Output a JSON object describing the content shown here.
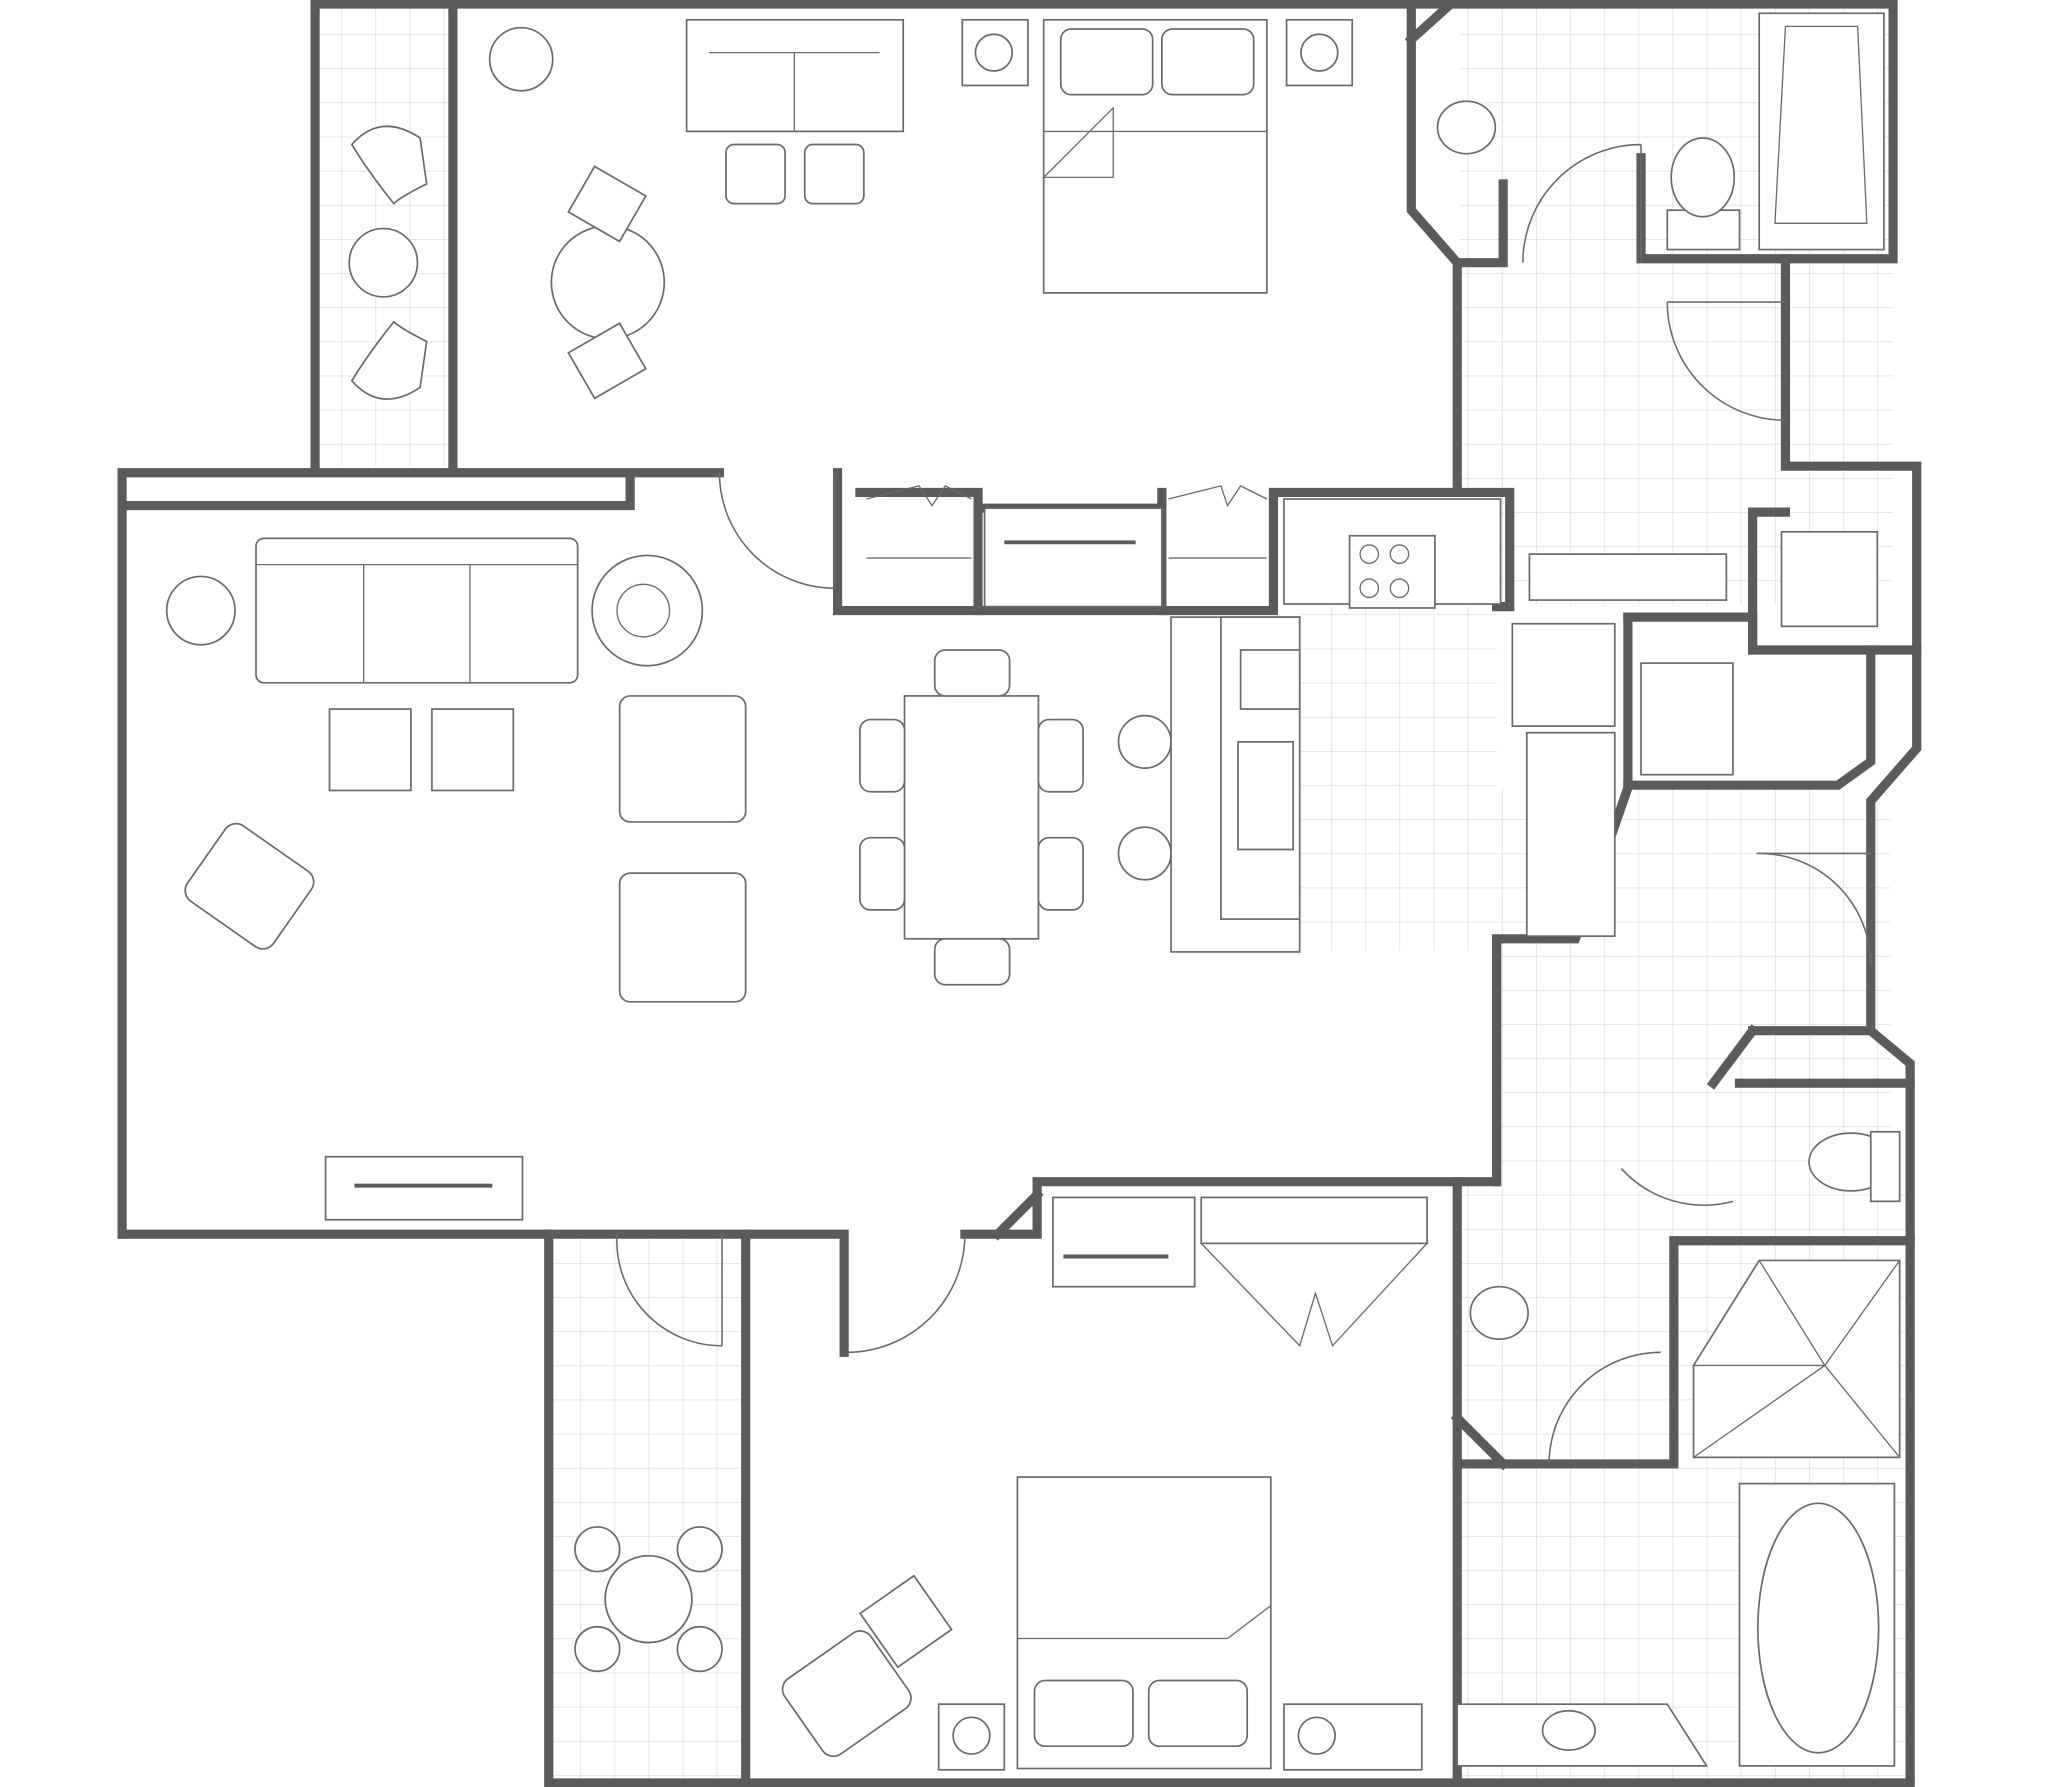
{
  "colors": {
    "wall": "#5b5b5b",
    "line": "#6a6a6a",
    "tile_grid": "#d8d8d8",
    "background": "#ffffff"
  },
  "rooms": [
    {
      "id": "balcony-top"
    },
    {
      "id": "master-bedroom"
    },
    {
      "id": "master-bath"
    },
    {
      "id": "living-room"
    },
    {
      "id": "dining-area"
    },
    {
      "id": "kitchen"
    },
    {
      "id": "hallway"
    },
    {
      "id": "laundry"
    },
    {
      "id": "second-bath"
    },
    {
      "id": "balcony-bottom"
    },
    {
      "id": "second-bedroom"
    },
    {
      "id": "second-bath-ensuite"
    }
  ]
}
